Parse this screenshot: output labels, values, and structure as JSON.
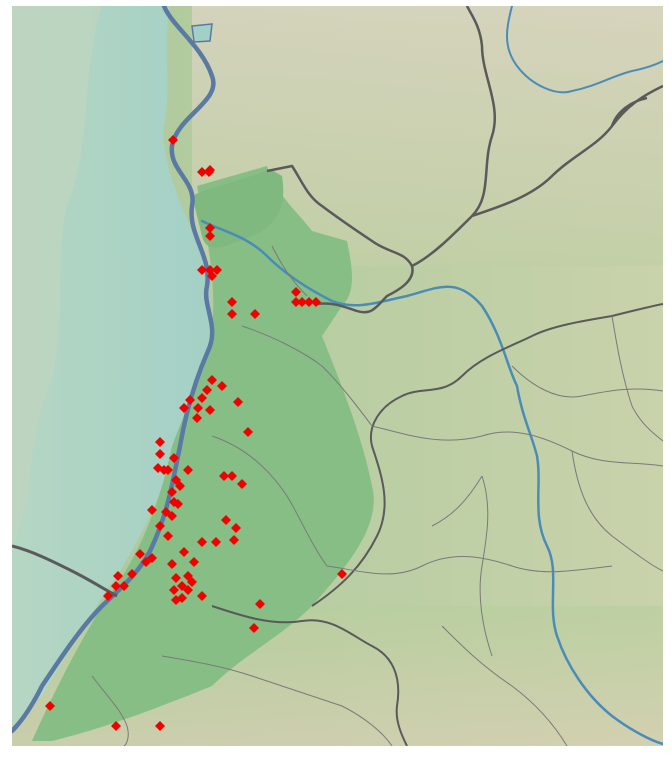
{
  "map": {
    "type": "relief location map",
    "colors": {
      "lowland": "#9dc79b",
      "plain_green": "#86be85",
      "hills": "#c8d3ac",
      "mountains": "#d9d3bd",
      "west_bank": "#a6d1c4",
      "river": "#4a8cb6",
      "main_river": "#5a79a3",
      "border": "#5a5a5a",
      "subborder": "#777777",
      "marker": "#f20000"
    },
    "marker_shape": "diamond",
    "marker_count": 80
  }
}
